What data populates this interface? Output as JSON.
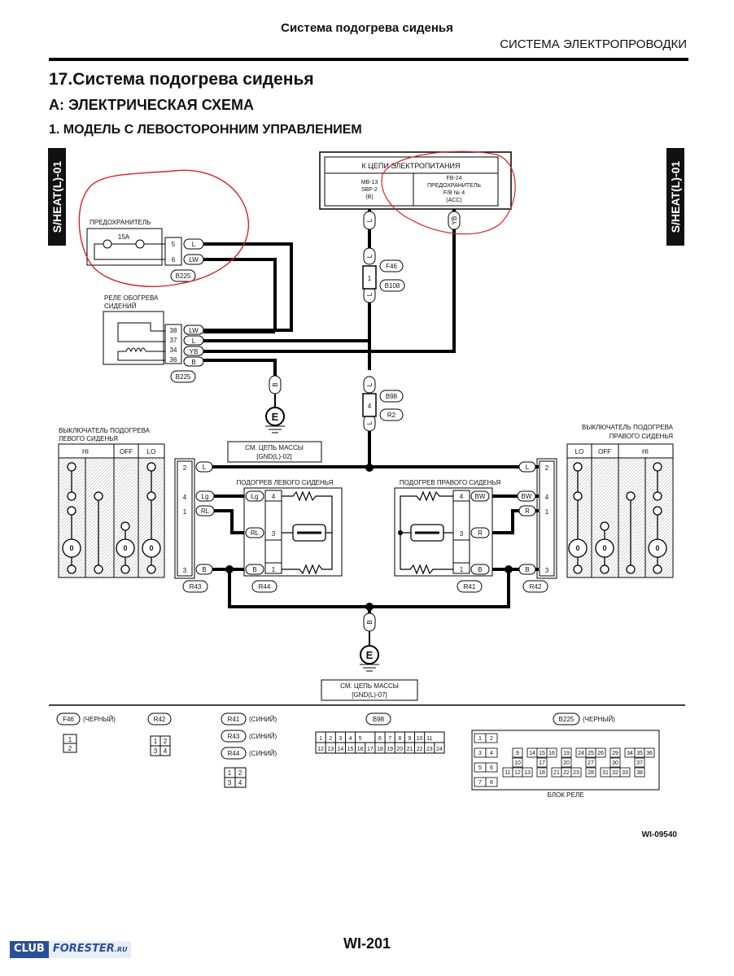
{
  "header": {
    "center_title": "Система подогрева сиденья",
    "section": "СИСТЕМА ЭЛЕКТРОПРОВОДКИ"
  },
  "headings": {
    "h1": "17.Система подогрева сиденья",
    "h2": "A:  ЭЛЕКТРИЧЕСКАЯ СХЕМА",
    "h3": "1.  МОДЕЛЬ С ЛЕВОСТОРОННИМ УПРАВЛЕНИЕМ"
  },
  "side_tab": "S/HEAT(L)-01",
  "power": {
    "title": "К ЦЕПИ ЭЛЕКТРОПИТАНИЯ",
    "left": [
      "MB-13",
      "SBF-2",
      "(B)"
    ],
    "right": [
      "FB-24",
      "ПРЕДОХРАНИТЕЛЬ",
      "F/B № 4",
      "(ACC)"
    ]
  },
  "fuse": {
    "label": "ПРЕДОХРАНИТЕЛЬ",
    "rating": "15A"
  },
  "relay": {
    "label": [
      "РЕЛЕ ОБОГРЕВА",
      "СИДЕНИЙ"
    ]
  },
  "ground_note": [
    "СМ. ЦЕПЬ МАССЫ",
    "[GND(L)-02]"
  ],
  "ground_note2": [
    "СМ. ЦЕПЬ МАССЫ",
    "[GND(L)-07]"
  ],
  "ground_symbol": "E",
  "left_switch": {
    "label": [
      "ВЫКЛЮЧАТЕЛЬ ПОДОГРЕВА",
      "ЛЕВОГО СИДЕНЬЯ"
    ],
    "cols": [
      "HI",
      "OFF",
      "LO"
    ]
  },
  "right_switch": {
    "label": [
      "ВЫКЛЮЧАТЕЛЬ ПОДОГРЕВА",
      "ПРАВОГО СИДЕНЬЯ"
    ],
    "cols": [
      "LO",
      "OFF",
      "HI"
    ]
  },
  "left_heater": "ПОДОГРЕВ ЛЕВОГО СИДЕНЬЯ",
  "right_heater": "ПОДОГРЕВ ПРАВОГО СИДЕНЬЯ",
  "connectors": {
    "B225": "B225",
    "F46": "F46",
    "B108": "B108",
    "B98": "B98",
    "R2": "R2",
    "R43": "R43",
    "R44": "R44",
    "R41": "R41",
    "R42": "R42"
  },
  "wires": {
    "L": "L",
    "LW": "LW",
    "YB": "YB",
    "B": "B",
    "Lg": "Lg",
    "RL": "RL",
    "BW": "BW",
    "R": "R"
  },
  "pins": {
    "p1": "1",
    "p2": "2",
    "p3": "3",
    "p4": "4",
    "p5": "5",
    "p6": "6",
    "p34": "34",
    "p36": "36",
    "p37": "37",
    "p38": "38"
  },
  "legend": {
    "F46": {
      "name": "F46",
      "note": "(ЧЕРНЫЙ)",
      "rows": [
        [
          "1"
        ],
        [
          "2"
        ]
      ]
    },
    "R42": {
      "name": "R42",
      "rows": [
        [
          "1",
          "2"
        ],
        [
          "3",
          "4"
        ]
      ]
    },
    "R41": {
      "name": "R41",
      "note": "(СИНИЙ)"
    },
    "R43": {
      "name": "R43",
      "note": "(СИНИЙ)"
    },
    "R44": {
      "name": "R44",
      "note": "(СИНИЙ)",
      "rows": [
        [
          "1",
          "2"
        ],
        [
          "3",
          "4"
        ]
      ]
    },
    "B98": {
      "name": "B98",
      "row1": [
        "1",
        "2",
        "3",
        "4",
        "5",
        "6",
        "7",
        "8",
        "9",
        "10",
        "11"
      ],
      "row2": [
        "12",
        "13",
        "14",
        "15",
        "16",
        "17",
        "18",
        "19",
        "20",
        "21",
        "22",
        "23",
        "24"
      ]
    },
    "B225": {
      "name": "B225",
      "note": "(ЧЕРНЫЙ)",
      "caption": "БЛОК РЕЛЕ",
      "left": [
        [
          "1",
          "2"
        ],
        [
          "3",
          "4"
        ],
        [
          "5",
          "6"
        ],
        [
          "7",
          "8"
        ]
      ],
      "r1": [
        "9",
        "14",
        "15",
        "16",
        "19",
        "24",
        "25",
        "26",
        "29",
        "34",
        "35",
        "36"
      ],
      "r2": [
        "10",
        "17",
        "20",
        "27",
        "30",
        "37"
      ],
      "r3": [
        "11",
        "12",
        "13",
        "18",
        "21",
        "22",
        "23",
        "28",
        "31",
        "32",
        "33",
        "38"
      ]
    }
  },
  "wi_code": "WI-09540",
  "page_number": "WI-201",
  "logo": {
    "club": "CLUB",
    "brand": "FORESTER",
    "tld": ".RU"
  }
}
